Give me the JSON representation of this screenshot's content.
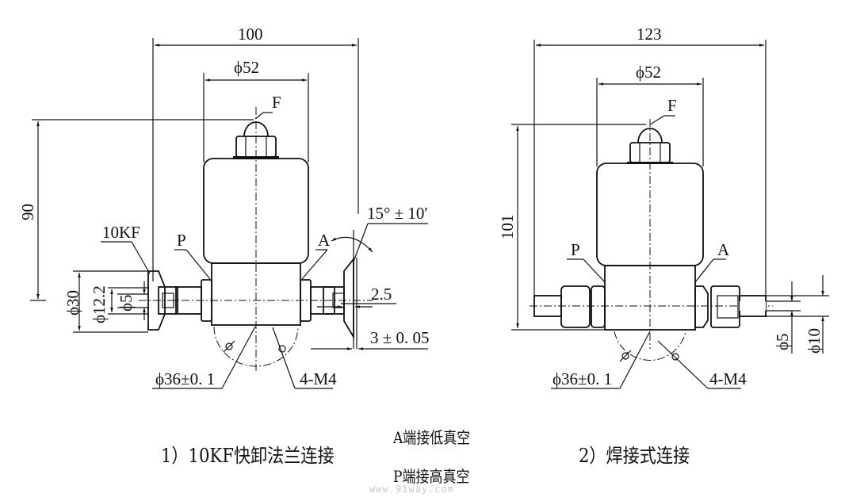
{
  "drawing_1": {
    "overall_width": "100",
    "body_diameter": "ϕ52",
    "height": "90",
    "port_label_fill": "F",
    "port_label_p": "P",
    "port_label_a": "A",
    "flange_label": "10KF",
    "flange_od": "ϕ30",
    "flange_id": "ϕ12.2",
    "bore": "ϕ5",
    "angle": "15° ± 10′",
    "depth": "2.5",
    "thickness": "3 ± 0. 05",
    "bolt_circle": "ϕ36±0. 1",
    "bolts": "4-M4",
    "caption": "1）10KF快卸法兰连接"
  },
  "drawing_2": {
    "overall_width": "123",
    "body_diameter": "ϕ52",
    "height": "101",
    "port_label_fill": "F",
    "port_label_p": "P",
    "port_label_a": "A",
    "tube_id": "ϕ5",
    "tube_od": "ϕ10",
    "bolt_circle": "ϕ36±0. 1",
    "bolts": "4-M4",
    "caption": "2）焊接式连接"
  },
  "notes": {
    "line1": "A端接低真空",
    "line2": "P端接高真空"
  },
  "watermark": "www.91way.com"
}
